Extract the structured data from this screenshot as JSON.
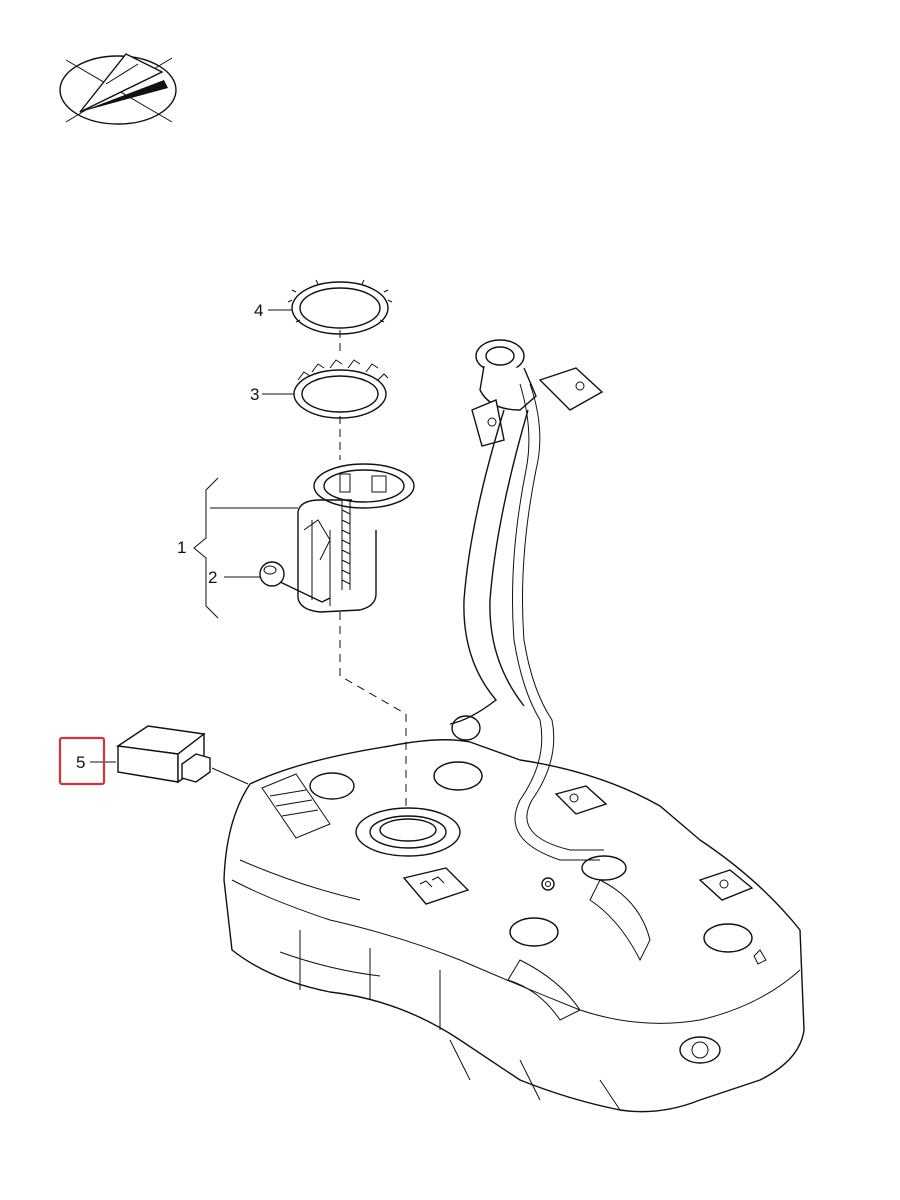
{
  "diagram": {
    "highlight_color": "#d0353a",
    "line_color": "#111111",
    "callouts": [
      {
        "id": "1",
        "label": "1"
      },
      {
        "id": "2",
        "label": "2"
      },
      {
        "id": "3",
        "label": "3"
      },
      {
        "id": "4",
        "label": "4"
      },
      {
        "id": "5",
        "label": "5"
      }
    ],
    "highlighted_callout": "5",
    "icons": [
      "compass-logo-icon"
    ]
  }
}
